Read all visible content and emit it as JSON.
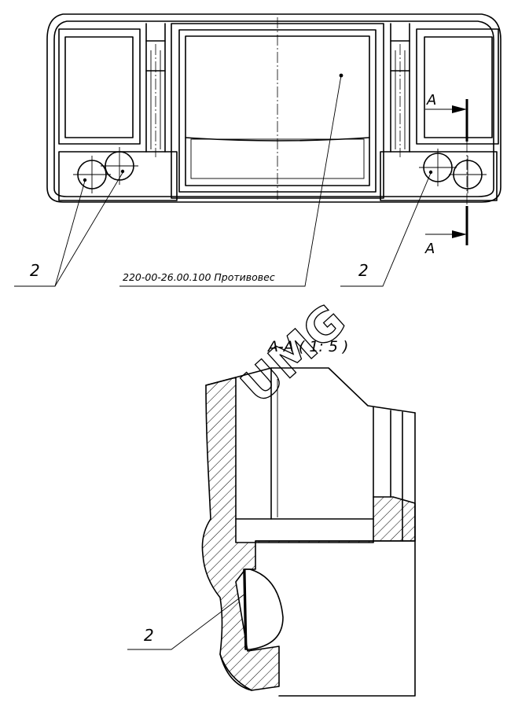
{
  "drawing": {
    "top_view": {
      "part_label": "220-00-26.00.100 Противовес",
      "callout_left": "2",
      "callout_right": "2",
      "section_letter_top": "А",
      "section_letter_bottom": "А"
    },
    "section_view": {
      "title": "А-А ( 1: 5 )",
      "callout": "2"
    },
    "watermark": "UMG"
  }
}
